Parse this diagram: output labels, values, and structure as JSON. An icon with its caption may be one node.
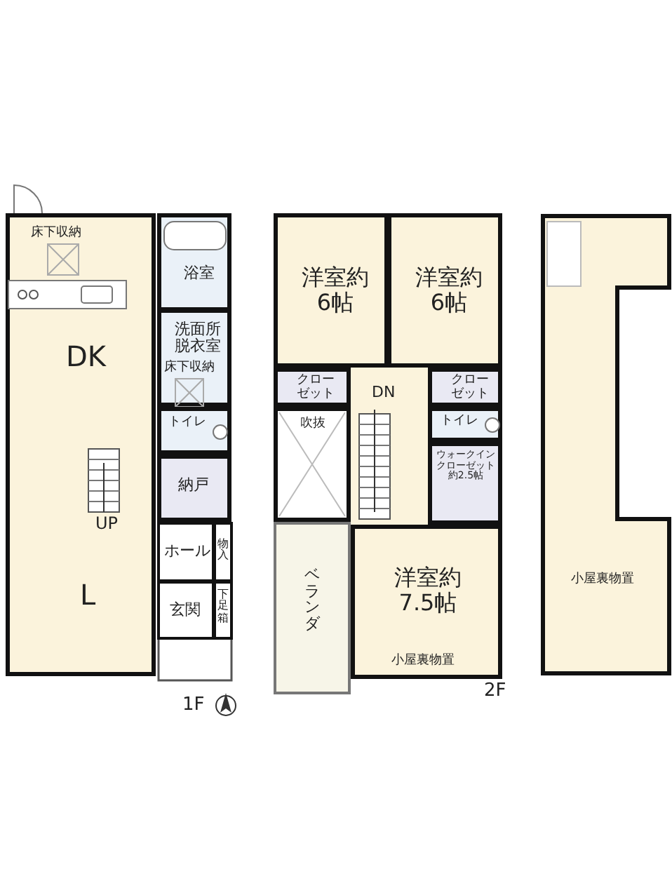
{
  "diagram": {
    "nodes": [
      {
        "text": [
          "DK",
          "L"
        ]
      },
      {
        "text": [
          "床下収納"
        ],
        "in": 0
      },
      {
        "text": [
          "浴室"
        ]
      },
      {
        "text": [
          "洗面所脱衣室"
        ]
      },
      {
        "text": [
          "床下収納"
        ],
        "in": 3
      },
      {
        "text": [
          "トイレ"
        ]
      },
      {
        "text": [
          "納戸"
        ]
      },
      {
        "text": [
          "ホール"
        ]
      },
      {
        "text": [
          "物入"
        ]
      },
      {
        "text": [
          "玄関"
        ]
      },
      {
        "text": [
          "下足箱"
        ]
      },
      {
        "text": [
          "洋室約6帖"
        ]
      },
      {
        "text": [
          "洋室約6帖"
        ]
      },
      {
        "text": [
          "クローゼット"
        ]
      },
      {
        "text": [
          "クローゼット"
        ]
      },
      {
        "text": [
          "DN"
        ]
      },
      {
        "text": [
          "トイレ"
        ]
      },
      {
        "text": [
          "吹抜"
        ]
      },
      {
        "text": [
          "ウォークインクローゼット約2.5帖"
        ]
      },
      {
        "text": [
          "洋室約7.5帖",
          "小屋裏物置"
        ]
      },
      {
        "text": [
          "ベランダ"
        ]
      },
      {
        "text": [
          "小屋裏物置"
        ]
      }
    ],
    "labels": [
      "UP",
      "1F",
      "2F"
    ]
  }
}
